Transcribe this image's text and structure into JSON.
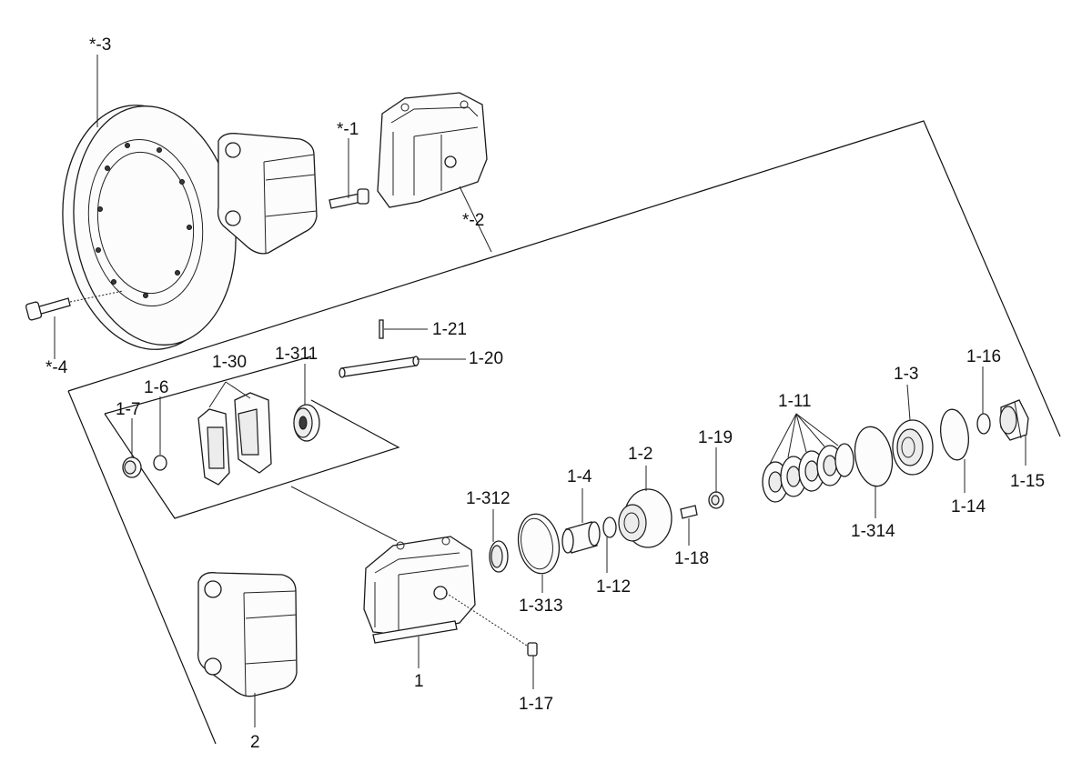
{
  "labels": {
    "l_star3": "*-3",
    "l_star1": "*-1",
    "l_star2": "*-2",
    "l_star4": "*-4",
    "l_1_21": "1-21",
    "l_1_20": "1-20",
    "l_1_311": "1-311",
    "l_1_30": "1-30",
    "l_1_6": "1-6",
    "l_1_7": "1-7",
    "l_1_312": "1-312",
    "l_1_4": "1-4",
    "l_1_2": "1-2",
    "l_1_19": "1-19",
    "l_1_18": "1-18",
    "l_1_313": "1-313",
    "l_1_12": "1-12",
    "l_1_11": "1-11",
    "l_1_3": "1-3",
    "l_1_16": "1-16",
    "l_1_314": "1-314",
    "l_1_14": "1-14",
    "l_1_15": "1-15",
    "l_1": "1",
    "l_1_17": "1-17",
    "l_2": "2"
  }
}
